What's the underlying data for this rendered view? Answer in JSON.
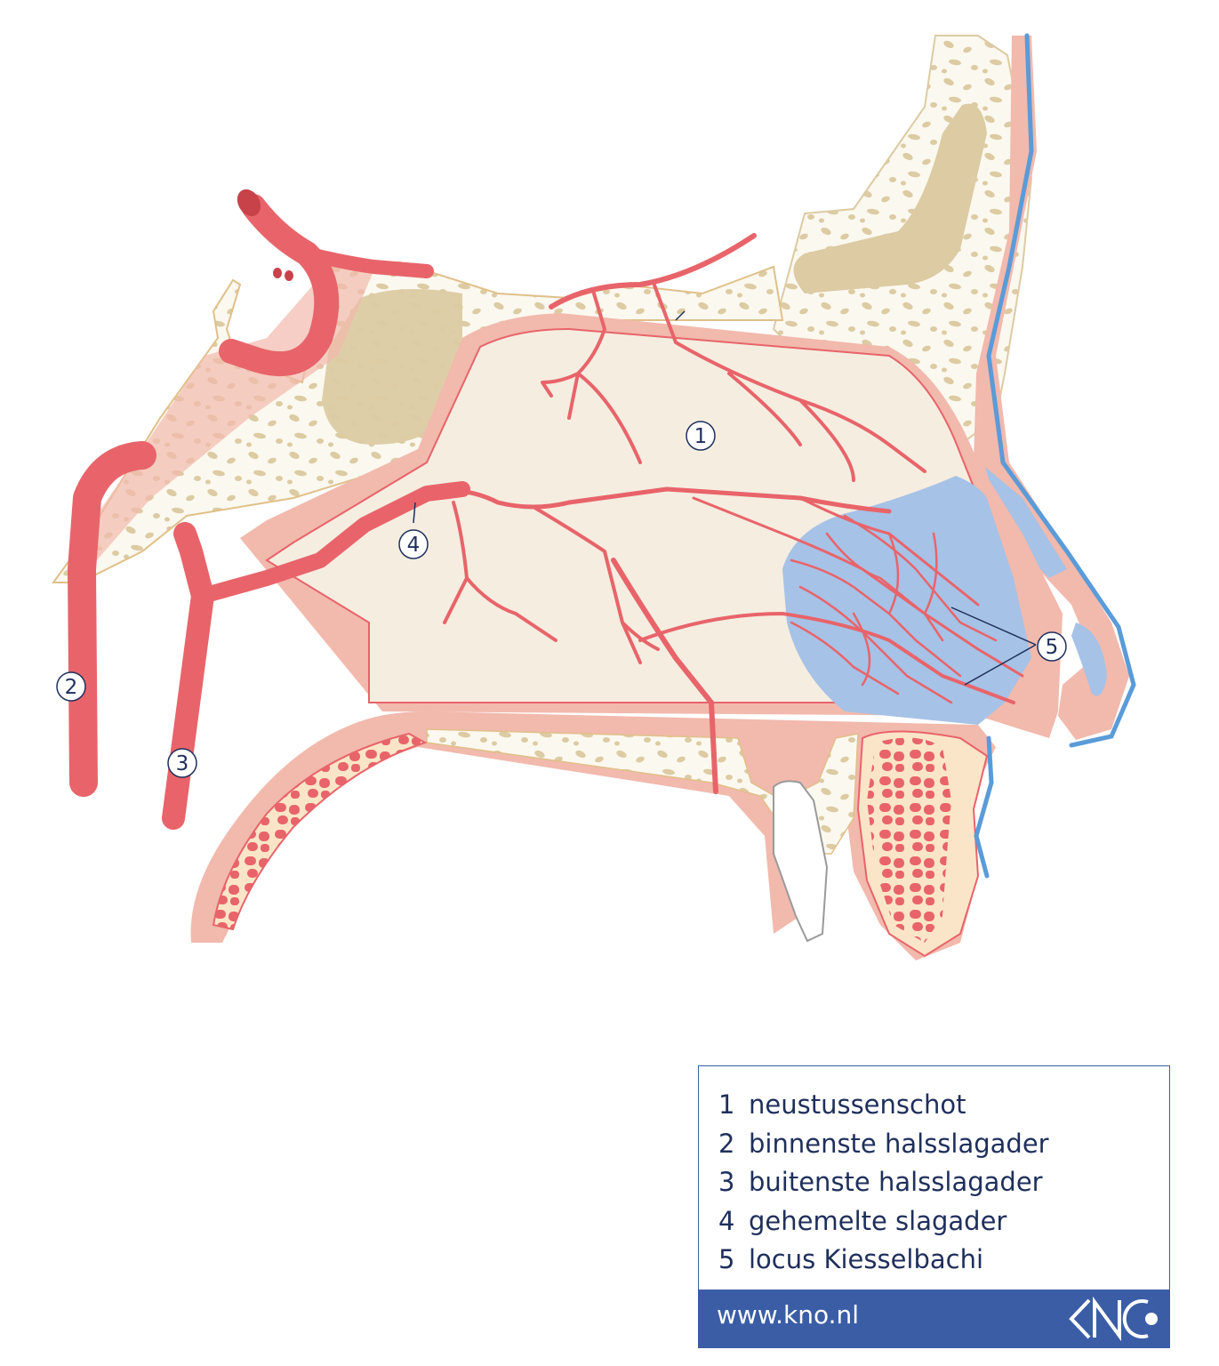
{
  "markers": [
    "1",
    "2",
    "3",
    "4",
    "5"
  ],
  "legend": {
    "items": [
      {
        "num": "1",
        "label": "neustussenschot"
      },
      {
        "num": "2",
        "label": "binnenste halsslagader"
      },
      {
        "num": "3",
        "label": "buitenste halsslagader"
      },
      {
        "num": "4",
        "label": "gehemelte slagader"
      },
      {
        "num": "5",
        "label": "locus Kiesselbachi"
      }
    ],
    "url": "www.kno.nl"
  },
  "logo": {
    "text": "KNO"
  },
  "colors": {
    "artery": "#e8646a",
    "artery_dark": "#c8424a",
    "mucosa": "#f2b9ad",
    "septum": "#f5ede0",
    "bone": "#fbf8ef",
    "bone_spots": "#dccba3",
    "sinus": "#dccba3",
    "kiesselbach_area": "#a6c2e6",
    "skin_line": "#5a9bd8",
    "legend_accent": "#3a5da6",
    "text": "#1f2f5c"
  }
}
